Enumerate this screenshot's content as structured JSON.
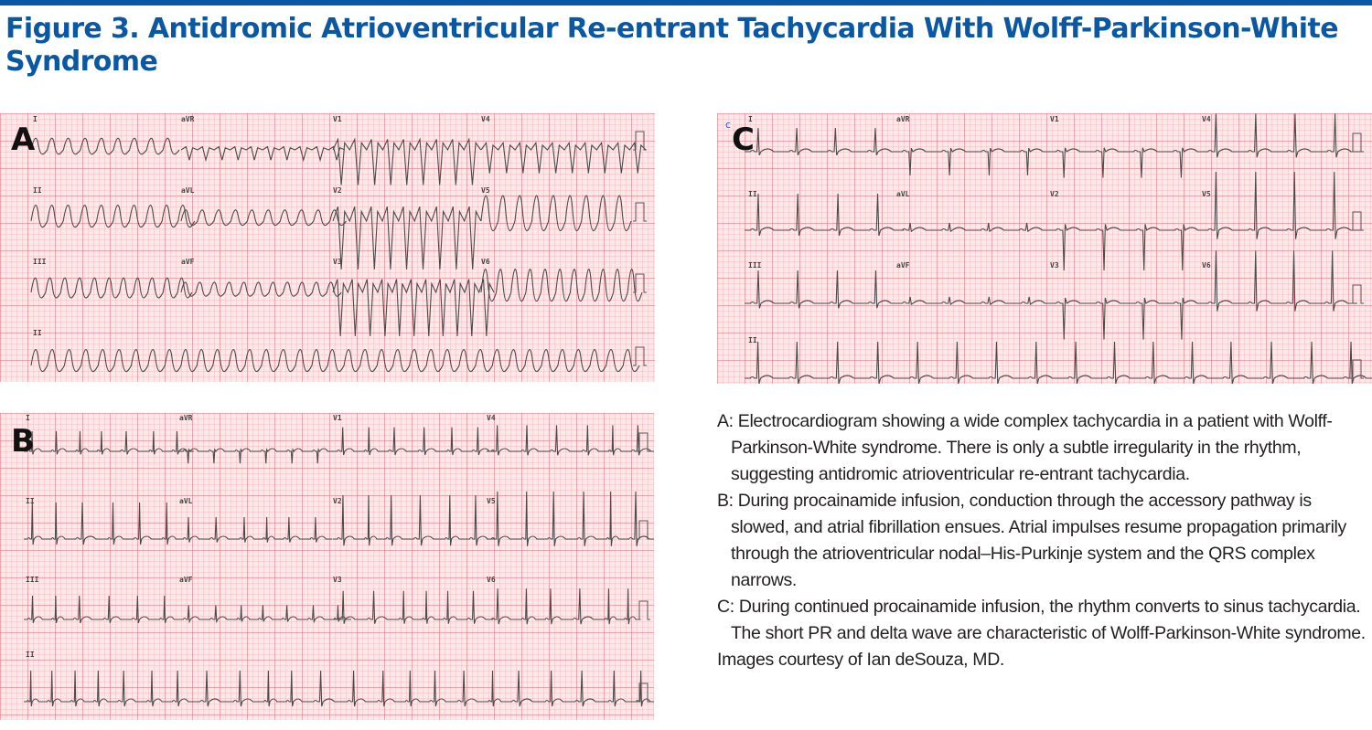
{
  "figure": {
    "title": "Figure 3. Antidromic Atrioventricular Re-entrant Tachycardia With Wolff-Parkinson-White Syndrome",
    "accent_color": "#0a57a4"
  },
  "panels": [
    {
      "letter": "A",
      "description": "12-lead ECG: wide complex tachycardia",
      "leads": [
        "I",
        "aVR",
        "V1",
        "V4",
        "II",
        "aVL",
        "V2",
        "V5",
        "III",
        "aVF",
        "V3",
        "V6",
        "II"
      ]
    },
    {
      "letter": "B",
      "description": "12-lead ECG: atrial fibrillation with narrowed QRS during procainamide infusion",
      "leads": [
        "I",
        "aVR",
        "V1",
        "V4",
        "II",
        "aVL",
        "V2",
        "V5",
        "III",
        "aVF",
        "V3",
        "V6",
        "II"
      ]
    },
    {
      "letter": "C",
      "description": "12-lead ECG: sinus tachycardia with short PR and delta wave",
      "leads": [
        "I",
        "aVR",
        "V1",
        "V4",
        "II",
        "aVL",
        "V2",
        "V5",
        "III",
        "aVF",
        "V3",
        "V6",
        "II"
      ],
      "stray_mark": "c"
    }
  ],
  "caption": {
    "items": [
      "A: Electrocardiogram showing a wide complex tachycardia in a patient with Wolff-Parkinson-White syndrome. There is only a subtle irregularity in the rhythm, suggesting antidromic atrioventricular re-entrant tachycardia.",
      "B: During procainamide infusion, conduction through the accessory pathway is slowed, and atrial fibrillation ensues. Atrial impulses resume propagation primarily through the atrioventricular nodal–His-Purkinje system and the QRS complex narrows.",
      "C: During continued procainamide infusion, the rhythm converts to sinus tachycardia. The short PR and delta wave are characteristic of Wolff-Parkinson-White syndrome."
    ],
    "credit": "Images courtesy of Ian deSouza, MD."
  }
}
